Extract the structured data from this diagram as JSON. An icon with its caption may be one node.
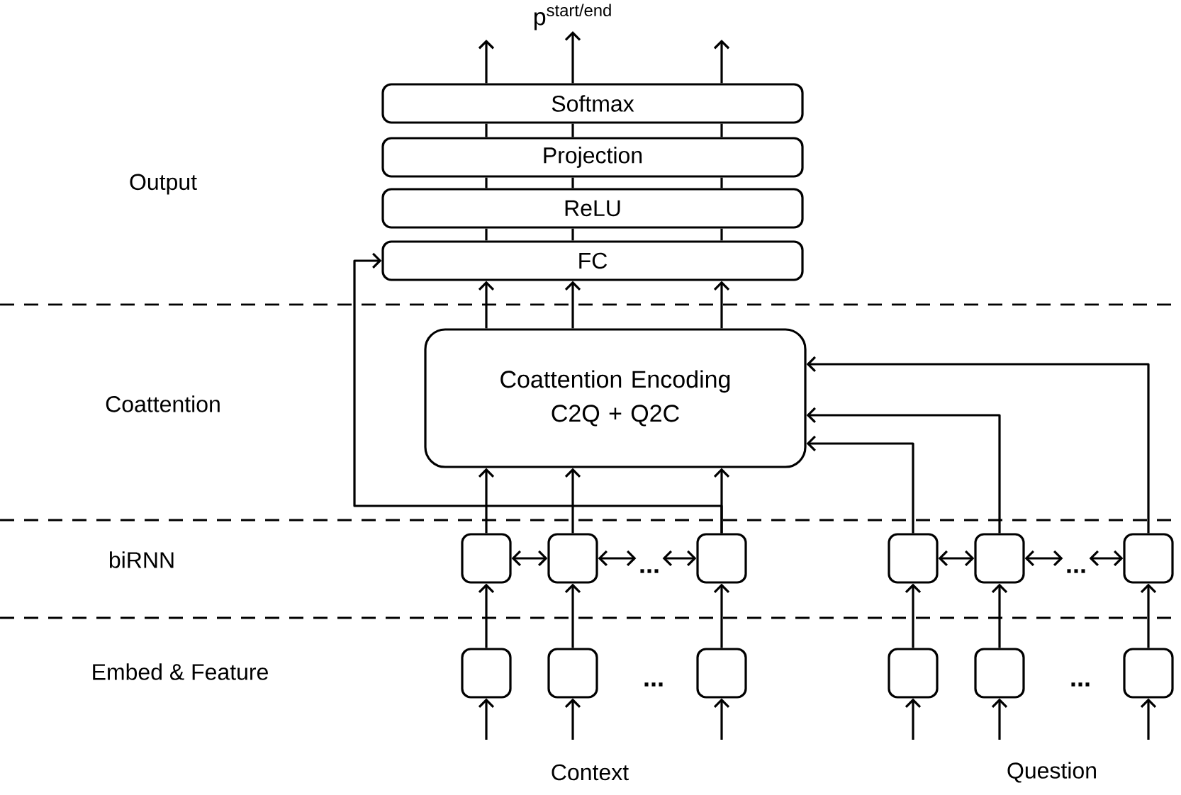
{
  "diagram": {
    "nodes": [
      {
        "text": [
          "Softmax"
        ]
      },
      {
        "text": [
          "Projection"
        ]
      },
      {
        "text": [
          "ReLU"
        ]
      },
      {
        "text": [
          "FC"
        ]
      },
      {
        "text": [
          "Coattention Encoding C2Q + Q2C"
        ]
      },
      {
        "text": [
          "p$^{start/end}$"
        ]
      },
      {
        "text": [],
        "shape": "box"
      },
      {
        "text": [],
        "shape": "box"
      },
      {
        "text": [],
        "shape": "box"
      },
      {
        "text": [],
        "shape": "box"
      },
      {
        "text": [],
        "shape": "box"
      },
      {
        "text": [],
        "shape": "box"
      },
      {
        "text": [],
        "shape": "box"
      },
      {
        "text": [],
        "shape": "box"
      },
      {
        "text": [],
        "shape": "box"
      },
      {
        "text": [],
        "shape": "box"
      },
      {
        "text": [],
        "shape": "box"
      },
      {
        "text": [],
        "shape": "box"
      },
      {
        "text": [
          "..."
        ]
      },
      {
        "text": [
          "..."
        ]
      }
    ],
    "edges": [
      {
        "from": 0,
        "to": null,
        "arrow": "to"
      },
      {
        "from": 0,
        "to": 5,
        "arrow": "to"
      },
      {
        "from": 0,
        "to": null,
        "arrow": "to"
      },
      {
        "from": 1,
        "to": 0,
        "arrow": "none"
      },
      {
        "from": 1,
        "to": 0,
        "arrow": "none"
      },
      {
        "from": 1,
        "to": 0,
        "arrow": "none"
      },
      {
        "from": 2,
        "to": 1,
        "arrow": "none"
      },
      {
        "from": 2,
        "to": 1,
        "arrow": "none"
      },
      {
        "from": 2,
        "to": 1,
        "arrow": "none"
      },
      {
        "from": 3,
        "to": 2,
        "arrow": "none"
      },
      {
        "from": 3,
        "to": 2,
        "arrow": "none"
      },
      {
        "from": 3,
        "to": 2,
        "arrow": "none"
      },
      {
        "from": 4,
        "to": 3,
        "arrow": "to"
      },
      {
        "from": 4,
        "to": 3,
        "arrow": "to"
      },
      {
        "from": 4,
        "to": 3,
        "arrow": "to"
      },
      {
        "from": 8,
        "to": 3,
        "arrow": "to"
      },
      {
        "from": 6,
        "to": 4,
        "arrow": "to"
      },
      {
        "from": 7,
        "to": 4,
        "arrow": "to"
      },
      {
        "from": 8,
        "to": 4,
        "arrow": "to"
      },
      {
        "from": 12,
        "to": 4,
        "arrow": "to"
      },
      {
        "from": 13,
        "to": 4,
        "arrow": "to"
      },
      {
        "from": 14,
        "to": 4,
        "arrow": "to"
      },
      {
        "from": 6,
        "to": 7,
        "arrow": "both"
      },
      {
        "from": 7,
        "to": 18,
        "arrow": "both"
      },
      {
        "from": 18,
        "to": 8,
        "arrow": "both"
      },
      {
        "from": 12,
        "to": 13,
        "arrow": "both"
      },
      {
        "from": 13,
        "to": 19,
        "arrow": "both"
      },
      {
        "from": 19,
        "to": 14,
        "arrow": "both"
      },
      {
        "from": 9,
        "to": 6,
        "arrow": "to"
      },
      {
        "from": 10,
        "to": 7,
        "arrow": "to"
      },
      {
        "from": 11,
        "to": 8,
        "arrow": "to"
      },
      {
        "from": 15,
        "to": 12,
        "arrow": "to"
      },
      {
        "from": 16,
        "to": 13,
        "arrow": "to"
      },
      {
        "from": 17,
        "to": 14,
        "arrow": "to"
      },
      {
        "from": null,
        "to": 9,
        "arrow": "to"
      },
      {
        "from": null,
        "to": 10,
        "arrow": "to"
      },
      {
        "from": null,
        "to": 11,
        "arrow": "to"
      },
      {
        "from": null,
        "to": 15,
        "arrow": "to"
      },
      {
        "from": null,
        "to": 16,
        "arrow": "to"
      },
      {
        "from": null,
        "to": 17,
        "arrow": "to"
      }
    ],
    "labels": [
      "Output",
      "Coattention",
      "biRNN",
      "Embed & Feature",
      "...",
      "...",
      "Context",
      "Question"
    ]
  }
}
